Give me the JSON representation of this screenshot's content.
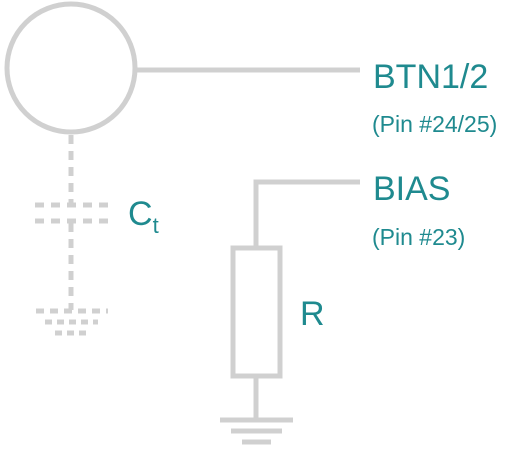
{
  "colors": {
    "wire": "#d0d0d0",
    "text": "#1f8a8f"
  },
  "labels": {
    "btn_name": "BTN1/2",
    "btn_pin": "(Pin #24/25)",
    "bias_name": "BIAS",
    "bias_pin": "(Pin #23)",
    "cap_main": "C",
    "cap_sub": "t",
    "resistor": "R"
  }
}
